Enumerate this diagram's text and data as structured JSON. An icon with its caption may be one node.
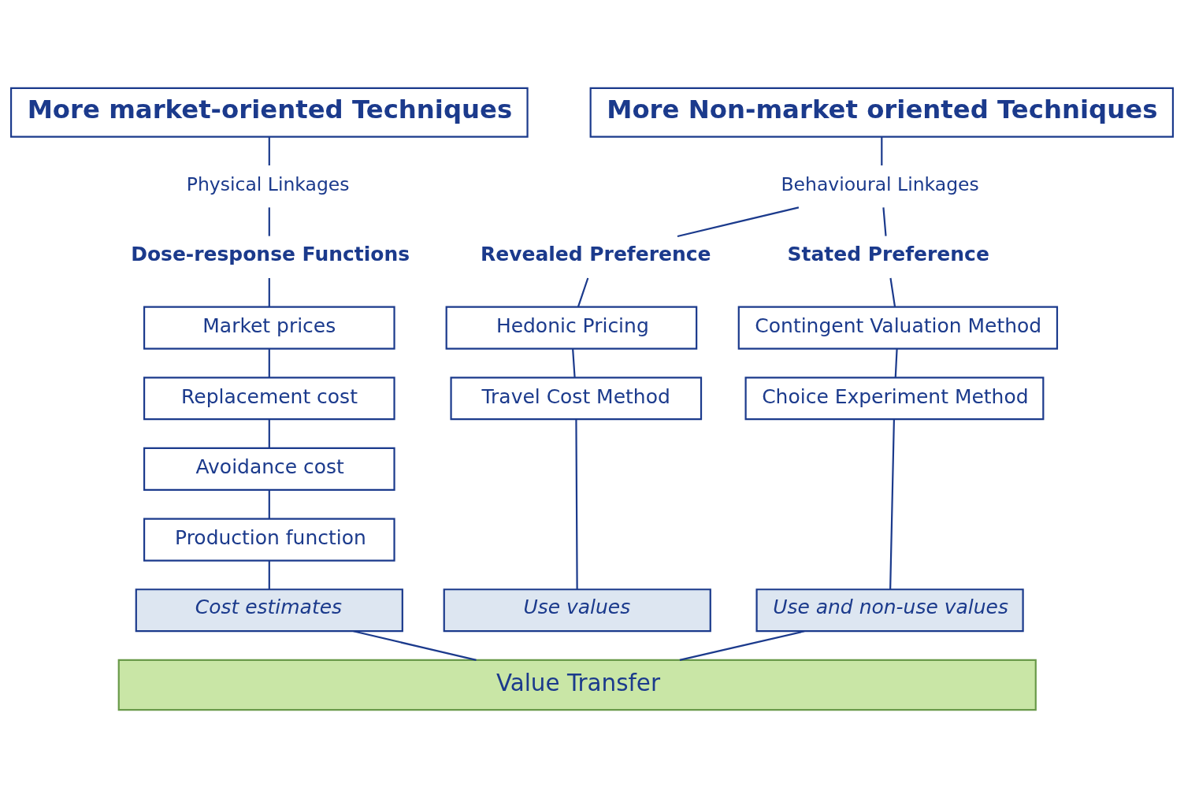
{
  "diagram": {
    "nodes": [
      {
        "text": [
          "More market-oriented Techniques"
        ]
      },
      {
        "text": [
          "Physical Linkages"
        ]
      },
      {
        "text": [
          "Dose-response Functions"
        ]
      },
      {
        "text": [
          "Market prices"
        ]
      },
      {
        "text": [
          "Replacement cost"
        ]
      },
      {
        "text": [
          "Avoidance cost"
        ]
      },
      {
        "text": [
          "Production function"
        ]
      },
      {
        "text": [
          "Cost estimates"
        ]
      },
      {
        "text": [
          "More Non-market oriented Techniques"
        ]
      },
      {
        "text": [
          "Behavioural Linkages"
        ]
      },
      {
        "text": [
          "Revealed Preference"
        ]
      },
      {
        "text": [
          "Stated Preference"
        ]
      },
      {
        "text": [
          "Hedonic Pricing"
        ]
      },
      {
        "text": [
          "Travel Cost Method"
        ]
      },
      {
        "text": [
          "Contingent Valuation Method"
        ]
      },
      {
        "text": [
          "Choice Experiment Method"
        ]
      },
      {
        "text": [
          "Use values"
        ]
      },
      {
        "text": [
          "Use and non-use values"
        ]
      },
      {
        "text": [
          "Value Transfer"
        ]
      }
    ],
    "edges": [
      {
        "from": 0,
        "to": 1,
        "arrow": "none"
      },
      {
        "from": 1,
        "to": 2,
        "arrow": "none"
      },
      {
        "from": 2,
        "to": 3,
        "arrow": "none"
      },
      {
        "from": 3,
        "to": 4,
        "arrow": "none"
      },
      {
        "from": 4,
        "to": 5,
        "arrow": "none"
      },
      {
        "from": 5,
        "to": 6,
        "arrow": "none"
      },
      {
        "from": 6,
        "to": 7,
        "arrow": "none"
      },
      {
        "from": 7,
        "to": 18,
        "arrow": "none"
      },
      {
        "from": 8,
        "to": 9,
        "arrow": "none"
      },
      {
        "from": 9,
        "to": 10,
        "arrow": "none"
      },
      {
        "from": 9,
        "to": 11,
        "arrow": "none"
      },
      {
        "from": 10,
        "to": 12,
        "arrow": "none"
      },
      {
        "from": 12,
        "to": 13,
        "arrow": "none"
      },
      {
        "from": 13,
        "to": 16,
        "arrow": "none"
      },
      {
        "from": 11,
        "to": 14,
        "arrow": "none"
      },
      {
        "from": 14,
        "to": 15,
        "arrow": "none"
      },
      {
        "from": 15,
        "to": 17,
        "arrow": "none"
      },
      {
        "from": 17,
        "to": 18,
        "arrow": "none"
      }
    ]
  }
}
